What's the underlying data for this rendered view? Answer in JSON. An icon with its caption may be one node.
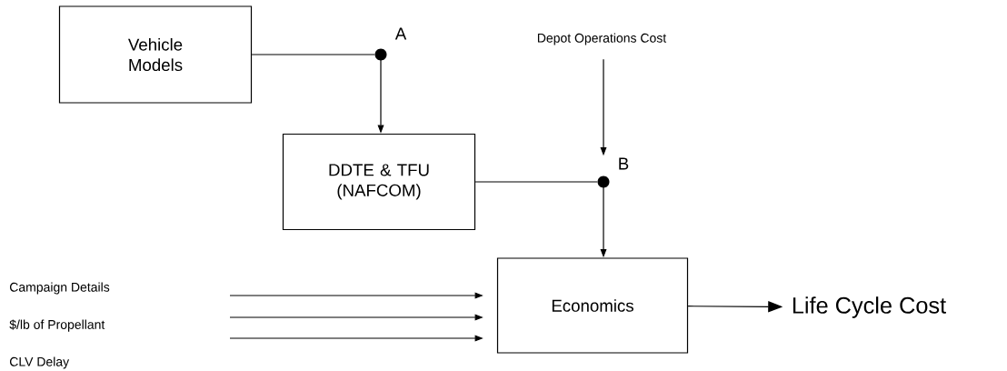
{
  "diagram": {
    "nodes": [
      {
        "text": [
          "Vehicle Models"
        ]
      },
      {
        "text": [],
        "shape": "circle",
        "beside": [
          "A"
        ]
      },
      {
        "text": [
          "DDTE & TFU (NAFCOM)"
        ]
      },
      {
        "text": [
          "Depot Operations Cost"
        ]
      },
      {
        "text": [],
        "shape": "circle",
        "beside": [
          "B"
        ]
      },
      {
        "text": [
          "Economics"
        ]
      },
      {
        "text": [
          "Life Cycle Cost"
        ]
      }
    ],
    "edges": [
      {
        "from": 0,
        "to": 1,
        "arrow": "none"
      },
      {
        "from": 1,
        "to": 2,
        "arrow": "to"
      },
      {
        "from": 2,
        "to": 4,
        "arrow": "none"
      },
      {
        "from": 3,
        "to": 4,
        "arrow": "to"
      },
      {
        "from": 4,
        "to": 5,
        "arrow": "to"
      },
      {
        "from": null,
        "to": 5,
        "arrow": "to"
      },
      {
        "from": null,
        "to": 5,
        "arrow": "to"
      },
      {
        "from": null,
        "to": 5,
        "arrow": "to"
      },
      {
        "from": 5,
        "to": 6,
        "arrow": "to"
      }
    ],
    "labels": [
      "Campaign Details",
      "$/lb of Propellant",
      "CLV Delay"
    ]
  }
}
